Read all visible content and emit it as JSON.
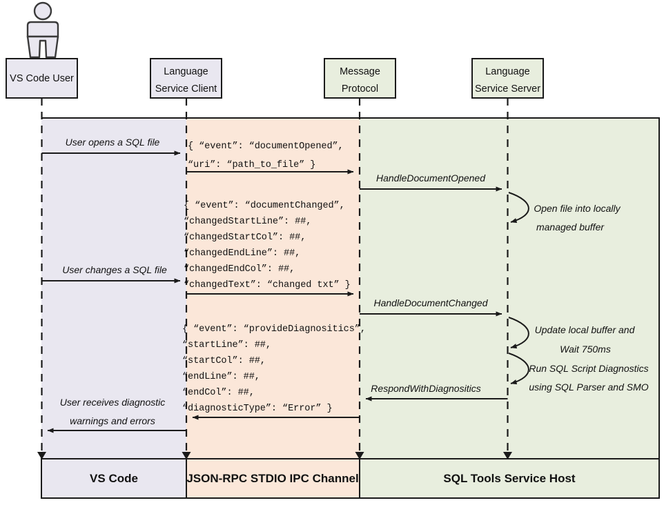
{
  "diagram": {
    "title": "SQL Tools Service language protocol sequence diagram",
    "colors": {
      "lane_vscode": "#e9e7f0",
      "lane_ipc": "#fbe7d9",
      "lane_server": "#e8eede",
      "stroke": "#1a1a1a",
      "actor_fill": "#e9e7f0",
      "background": "#ffffff"
    }
  },
  "actor": {
    "name": "vs-code-user-actor",
    "icon": "person-icon"
  },
  "participants": [
    {
      "id": "vs-code-user",
      "line1": "VS Code User",
      "line2": "",
      "fill": "#e9e7f0"
    },
    {
      "id": "language-service-client",
      "line1": "Language",
      "line2": "Service Client",
      "fill": "#e9e7f0"
    },
    {
      "id": "message-protocol",
      "line1": "Message",
      "line2": "Protocol",
      "fill": "#e8eede"
    },
    {
      "id": "language-service-server",
      "line1": "Language",
      "line2": "Service Server",
      "fill": "#e8eede"
    }
  ],
  "messages": [
    {
      "id": "user-opens-file",
      "label": "User opens a SQL file",
      "from": "vs-code-user",
      "to": "language-service-client"
    },
    {
      "id": "handle-document-opened",
      "label": "HandleDocumentOpened",
      "from": "message-protocol",
      "to": "language-service-server"
    },
    {
      "id": "user-changes-file",
      "label": "User changes a SQL file",
      "from": "vs-code-user",
      "to": "language-service-client"
    },
    {
      "id": "handle-document-changed",
      "label": "HandleDocumentChanged",
      "from": "message-protocol",
      "to": "language-service-server"
    },
    {
      "id": "respond-with-diagnositics",
      "label": "RespondWithDiagnositics",
      "from": "language-service-server",
      "to": "message-protocol"
    },
    {
      "id": "user-receives-diagnostics",
      "label_line1": "User receives diagnostic",
      "label_line2": "warnings and errors",
      "from": "language-service-client",
      "to": "vs-code-user"
    }
  ],
  "json_payloads": [
    {
      "id": "document-opened-payload",
      "lines": [
        "{  “event”: “documentOpened”,",
        "   “uri”: “path_to_file” }"
      ]
    },
    {
      "id": "document-changed-payload",
      "lines": [
        "{  “event”: “documentChanged”,",
        "   “changedStartLine”: ##,",
        "   “changedStartCol”: ##,",
        "   “changedEndLine”: ##,",
        "   “changedEndCol”: ##,",
        "   “changedText”: “changed txt” }"
      ]
    },
    {
      "id": "provide-diagnositics-payload",
      "lines": [
        "{  “event”: “provideDiagnositics”,",
        "   “startLine”: ##,",
        "   “startCol”: ##,",
        "   “endLine”: ##,",
        "   “endCol”: ##,",
        "   “diagnosticType”: “Error” }"
      ]
    }
  ],
  "self_notes": [
    {
      "id": "open-file-note",
      "line1": "Open file into locally",
      "line2": "managed buffer"
    },
    {
      "id": "update-buffer-note",
      "line1": "Update local buffer and",
      "line2": "Wait 750ms"
    },
    {
      "id": "run-diagnostics-note",
      "line1": "Run SQL Script Diagnostics",
      "line2": "using SQL Parser and SMO"
    }
  ],
  "footer": [
    {
      "id": "footer-vs-code",
      "label": "VS Code",
      "fill": "#e9e7f0"
    },
    {
      "id": "footer-jsonrpc",
      "label": "JSON-RPC STDIO IPC Channel",
      "fill": "#fbe7d9"
    },
    {
      "id": "footer-sql-tools",
      "label": "SQL Tools Service Host",
      "fill": "#e8eede"
    }
  ]
}
